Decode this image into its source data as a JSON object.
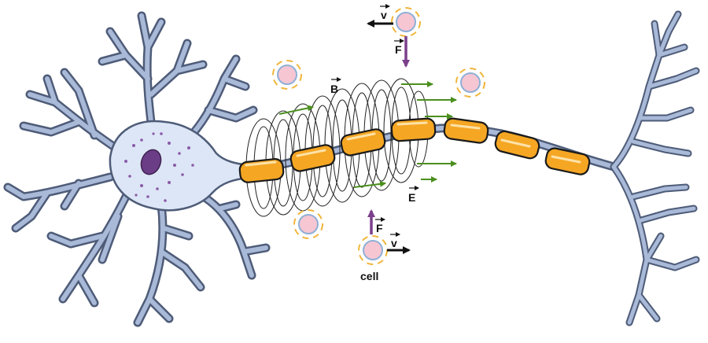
{
  "diagram": {
    "labels": {
      "magnetic_field": "B",
      "electric_field": "E",
      "cell_top_velocity": "v",
      "cell_top_force": "F",
      "cell_bottom_velocity": "v",
      "cell_bottom_force": "F",
      "cell_caption": "cell"
    },
    "colors": {
      "neuron_fill": "#dde6f6",
      "neuron_outline": "#4e5c78",
      "nucleus": "#6b3d86",
      "myelin_fill": "#f5a623",
      "field_arrow": "#4a8f1e",
      "force_arrow": "#7b3f8c",
      "cell_fill": "#f7c6d3",
      "cell_ring": "#f0b63c"
    },
    "icons": {
      "vector_arrow": "overhead-arrow",
      "cell": "pink-circle-with-dashed-yellow-halo"
    }
  }
}
